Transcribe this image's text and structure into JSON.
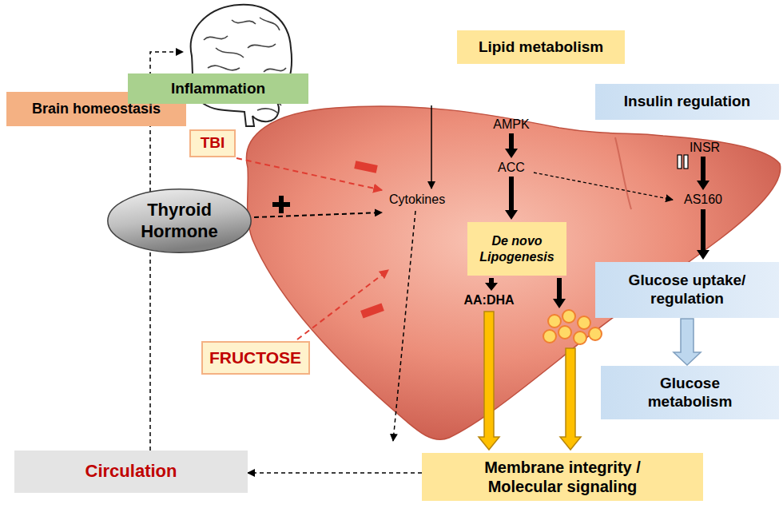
{
  "diagram": {
    "nodes": [
      {
        "text": [
          "Brain homeostasis"
        ]
      },
      {
        "text": [
          "Inflammation"
        ]
      },
      {
        "text": [
          "TBI"
        ]
      },
      {
        "text": [
          "Thyroid Hormone"
        ]
      },
      {
        "text": [
          "FRUCTOSE"
        ]
      },
      {
        "text": [
          "Lipid metabolism"
        ]
      },
      {
        "text": [
          "Insulin regulation"
        ]
      },
      {
        "text": [
          "De novo Lipogenesis"
        ]
      },
      {
        "text": [
          "Glucose uptake/ regulation"
        ]
      },
      {
        "text": [
          "Glucose metabolism"
        ]
      },
      {
        "text": [
          "Membrane integrity / Molecular signaling"
        ]
      },
      {
        "text": [
          "Circulation"
        ]
      }
    ],
    "edges": [
      {
        "from": 10,
        "to": 11,
        "arrow": "to"
      },
      {
        "from": 11,
        "to": 0,
        "arrow": "none"
      },
      {
        "from": 8,
        "to": 9,
        "arrow": "to"
      }
    ],
    "labels": [
      "AMPK",
      "ACC",
      "INSR",
      "AS160",
      "Cytokines",
      "AA:DHA"
    ]
  }
}
